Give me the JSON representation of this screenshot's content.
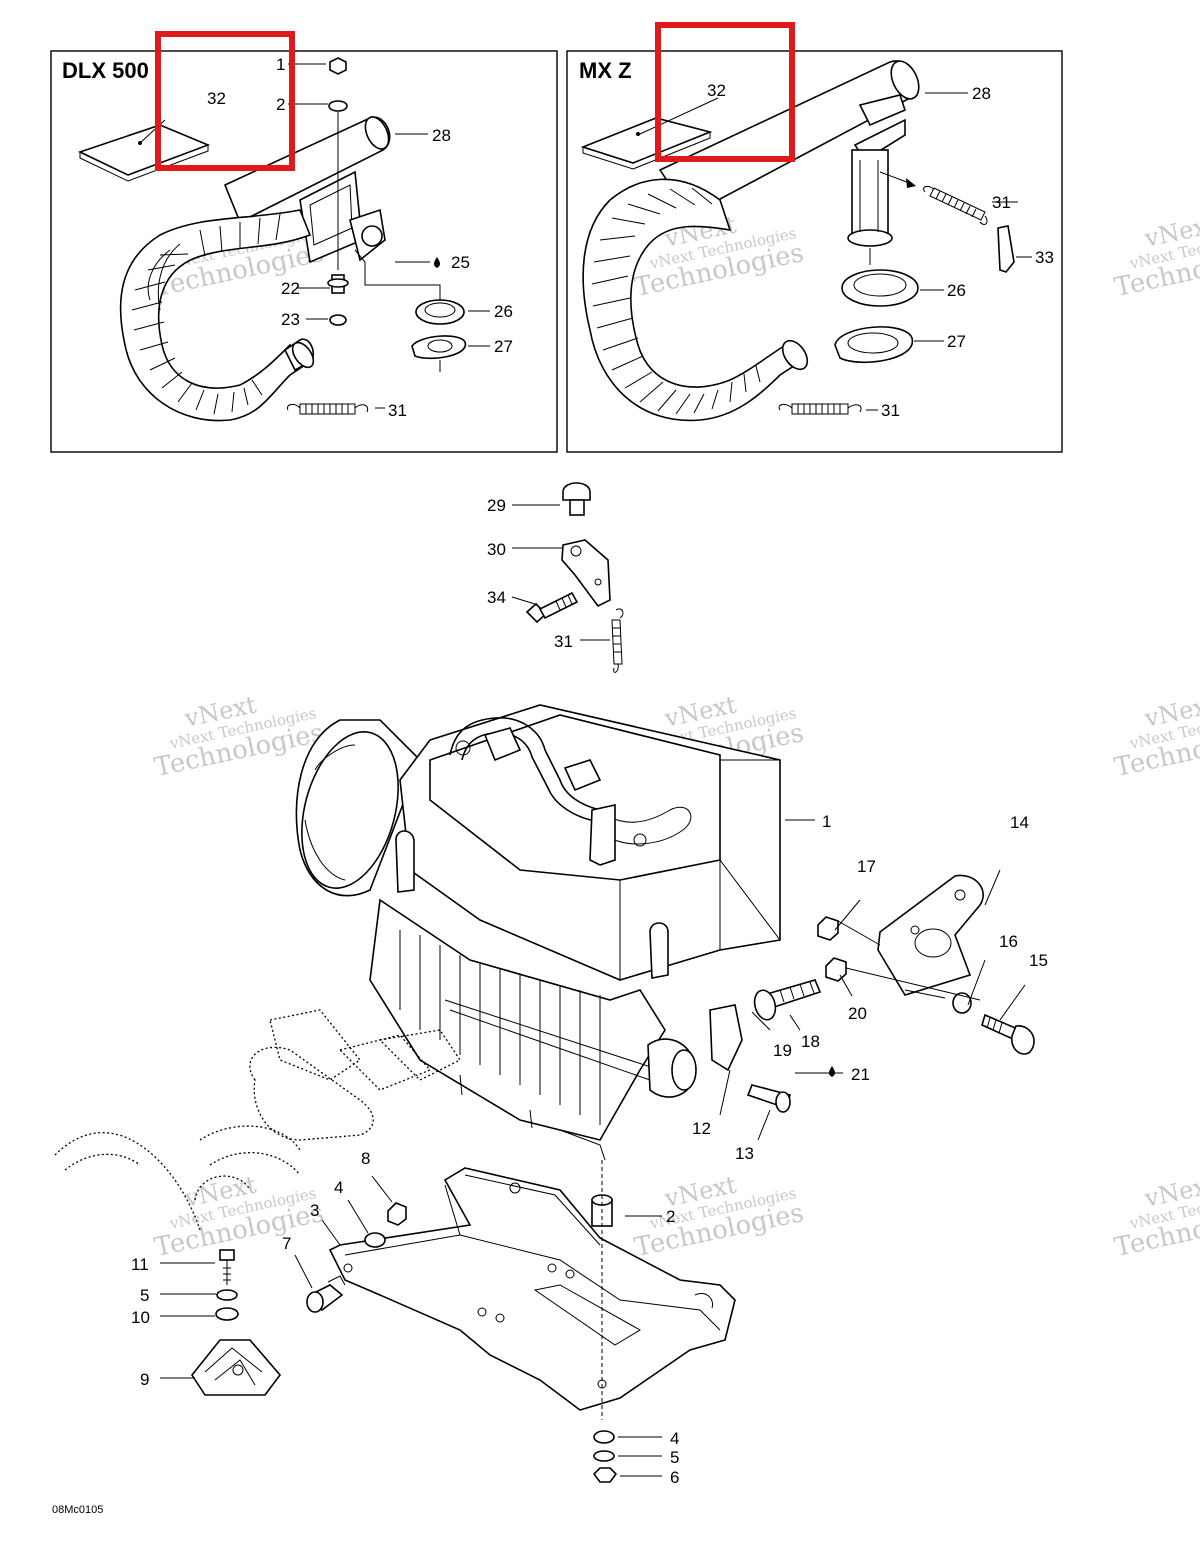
{
  "panels": {
    "left_title": "DLX 500",
    "right_title": "MX Z"
  },
  "callouts": {
    "l1": "1",
    "l2": "2",
    "l32": "32",
    "l28": "28",
    "l25": "25",
    "l22": "22",
    "l23": "23",
    "l26": "26",
    "l27": "27",
    "l31": "31",
    "r32": "32",
    "r28": "28",
    "r31a": "31",
    "r33": "33",
    "r26": "26",
    "r27": "27",
    "r31b": "31",
    "m29": "29",
    "m30": "30",
    "m34": "34",
    "m31": "31",
    "e1": "1",
    "e14": "14",
    "e17": "17",
    "e16": "16",
    "e15": "15",
    "e20": "20",
    "e18": "18",
    "e19": "19",
    "e21": "21",
    "e12": "12",
    "e13": "13",
    "e2": "2",
    "e8": "8",
    "e4": "4",
    "e3": "3",
    "e7": "7",
    "e11": "11",
    "e5": "5",
    "e10": "10",
    "e9": "9",
    "b4": "4",
    "b5": "5",
    "b6": "6"
  },
  "drawing_code": "08Mc0105",
  "watermark": {
    "line1": "vNext",
    "line2": "vNext Technologies",
    "line3": "Technologies"
  },
  "highlight_color": "#e0191d",
  "icons": [
    "sealant-drop-icon"
  ]
}
